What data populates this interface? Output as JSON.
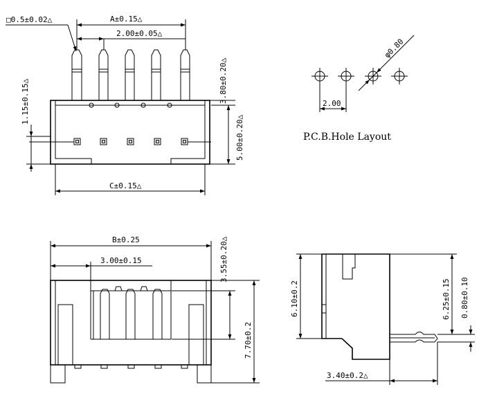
{
  "top_view": {
    "dim_pin_square": "□0.5±0.02△",
    "dim_a": "A±0.15△",
    "dim_pitch": "2.00±0.05△",
    "dim_pin_height": "3.80±0.20△",
    "dim_body_height": "5.00±0.20△",
    "dim_offset": "1.15±0.15△",
    "dim_c": "C±0.15△"
  },
  "pcb_layout": {
    "dim_hole_dia": "φ0.80",
    "dim_hole_pitch": "2.00",
    "caption": "P.C.B.Hole Layout"
  },
  "front_view": {
    "dim_b": "B±0.25",
    "dim_inner": "3.00±0.15",
    "dim_pin_top": "3.55±0.20△",
    "dim_total_height": "7.70±0.2"
  },
  "side_view": {
    "dim_height": "6.10±0.2",
    "dim_lead_height": "6.25±0.15",
    "dim_lead_thickness": "0.80±0.10",
    "dim_lead_length": "3.40±0.2△"
  }
}
